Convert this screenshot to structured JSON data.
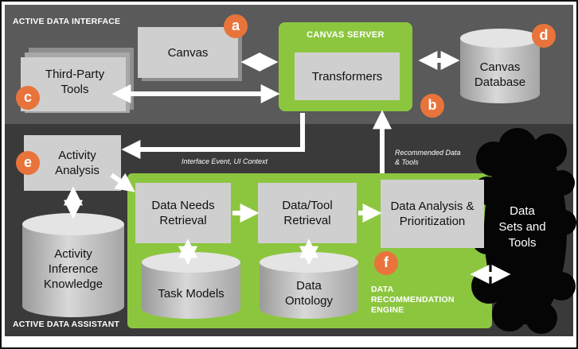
{
  "sections": {
    "interface_label": "ACTIVE DATA INTERFACE",
    "assistant_label": "ACTIVE DATA ASSISTANT"
  },
  "nodes": {
    "canvas": "Canvas",
    "third_party_tools": "Third-Party Tools",
    "canvas_server_title": "CANVAS SERVER",
    "transformers": "Transformers",
    "canvas_database": "Canvas Database",
    "activity_analysis": "Activity Analysis",
    "activity_inference_knowledge": "Activity Inference Knowledge",
    "data_needs_retrieval": "Data Needs Retrieval",
    "task_models": "Task Models",
    "data_tool_retrieval": "Data/Tool Retrieval",
    "data_ontology": "Data Ontology",
    "data_analysis_prioritization": "Data Analysis & Prioritization",
    "data_sets_and_tools": "Data Sets and Tools",
    "engine_title": "DATA RECOMMENDATION ENGINE"
  },
  "edge_labels": {
    "interface_event": "Interface Event, UI Context",
    "recommended": "Recommended Data & Tools"
  },
  "badges": {
    "a": "a",
    "b": "b",
    "c": "c",
    "d": "d",
    "e": "e",
    "f": "f"
  },
  "colors": {
    "frame": "#111111",
    "top_panel": "#5a5a5a",
    "bottom_panel": "#3a3a3a",
    "green": "#8cc63f",
    "box": "#cfcfcf",
    "badge": "#e8743b",
    "cloud": "#050505"
  }
}
